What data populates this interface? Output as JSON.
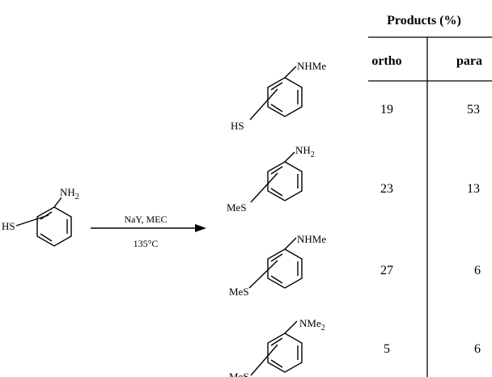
{
  "table": {
    "header": "Products (%)",
    "columns": [
      "ortho",
      "para"
    ],
    "rows": [
      {
        "ortho": "19",
        "para": "53"
      },
      {
        "ortho": "23",
        "para": "13"
      },
      {
        "ortho": "27",
        "para": "6"
      },
      {
        "ortho": "5",
        "para": "6"
      }
    ]
  },
  "reaction": {
    "reagents": "NaY, MEC",
    "conditions": "135°C"
  },
  "starting_material": {
    "top_substituent": "NH",
    "top_subscript": "2",
    "ring_substituent": "HS"
  },
  "products": [
    {
      "top_substituent": "NHMe",
      "top_subscript": "",
      "ring_substituent": "HS"
    },
    {
      "top_substituent": "NH",
      "top_subscript": "2",
      "ring_substituent": "MeS"
    },
    {
      "top_substituent": "NHMe",
      "top_subscript": "",
      "ring_substituent": "MeS"
    },
    {
      "top_substituent": "NMe",
      "top_subscript": "2",
      "ring_substituent": "MeS"
    }
  ]
}
